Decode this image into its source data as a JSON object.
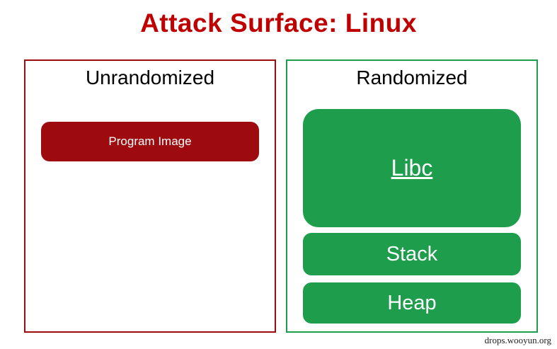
{
  "title": "Attack Surface: Linux",
  "colors": {
    "title_red": "#C00000",
    "dark_red": "#9E0B0F",
    "green": "#1E9E4C"
  },
  "left_panel": {
    "heading": "Unrandomized",
    "box": {
      "label": "Program Image"
    }
  },
  "right_panel": {
    "heading": "Randomized",
    "boxes": {
      "0": {
        "label": "Libc",
        "underlined": true
      },
      "1": {
        "label": "Stack",
        "underlined": false
      },
      "2": {
        "label": "Heap",
        "underlined": false
      }
    }
  },
  "watermark": "drops.wooyun.org"
}
